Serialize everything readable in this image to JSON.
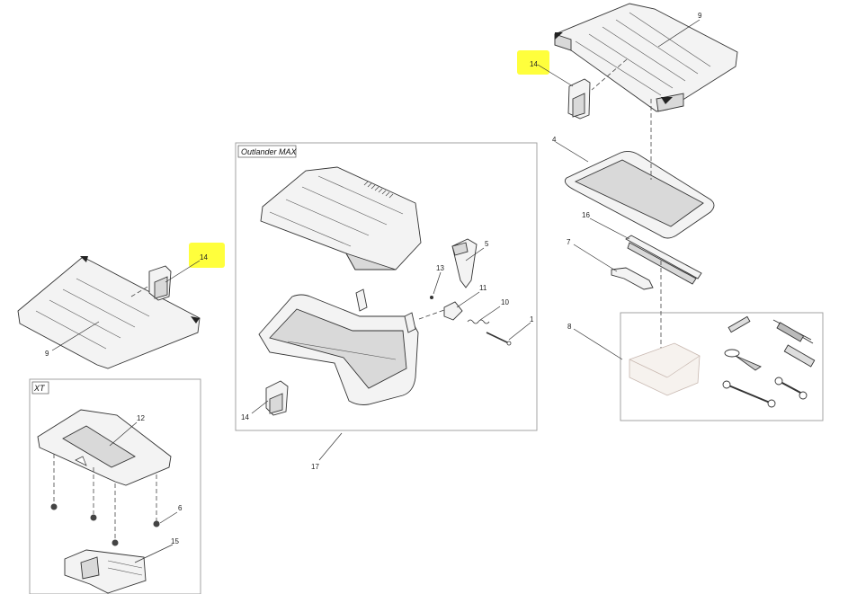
{
  "highlight_color": "#ffff3c",
  "groups": {
    "outlander_max": "Outlander MAX",
    "xt": "XT"
  },
  "callouts": {
    "c1": "1",
    "c4": "4",
    "c5": "5",
    "c6": "6",
    "c7": "7",
    "c8": "8",
    "c9_top": "9",
    "c9_left": "9",
    "c10": "10",
    "c11": "11",
    "c12": "12",
    "c13": "13",
    "c14_top": "14",
    "c14_left": "14",
    "c14_box": "14",
    "c15": "15",
    "c16": "16",
    "c17": "17"
  }
}
